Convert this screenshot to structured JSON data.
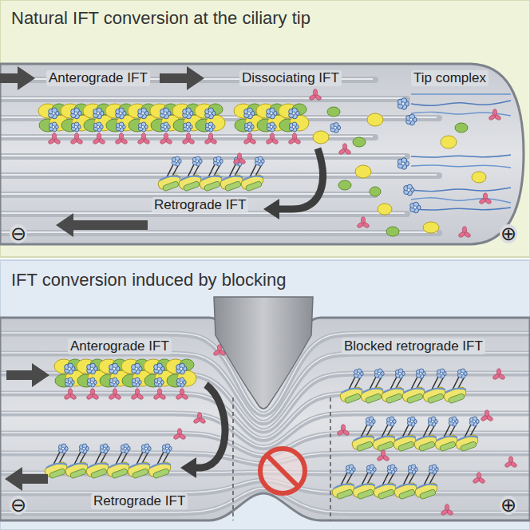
{
  "diagram": {
    "nodes": [
      {
        "text": [
          "Natural IFT conversion at the ciliary tip"
        ]
      },
      {
        "text": [
          "IFT conversion induced by blocking"
        ]
      }
    ],
    "labels": [
      "Anterograde IFT",
      "Dissociating IFT",
      "Tip complex",
      "Retrograde IFT",
      "⊖",
      "⊕",
      "Anterograde IFT",
      "Blocked retrograde IFT",
      "Retrograde IFT",
      "⊖",
      "⊕"
    ]
  }
}
